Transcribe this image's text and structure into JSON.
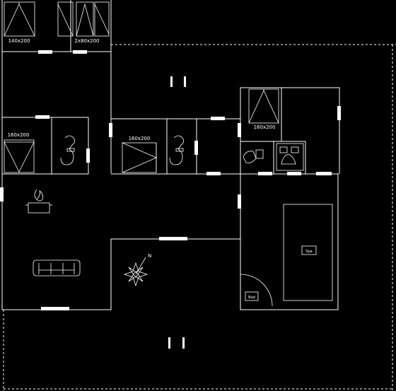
{
  "plan": {
    "bed_labels": {
      "top_left_bed": "140x200",
      "top_right_bed": "2x80x200",
      "left_room_bed": "160x200",
      "middle_room_bed": "160x200",
      "right_room_bed": "160x200"
    },
    "spa_label": "Spa",
    "bath_label": "Bad",
    "compass_label": "N"
  }
}
